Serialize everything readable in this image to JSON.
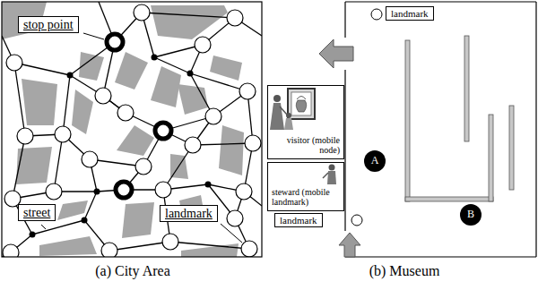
{
  "diagram": {
    "nodes": [
      {
        "text": [
          "stop point"
        ]
      },
      {
        "text": [
          "street"
        ]
      },
      {
        "text": [
          "landmark"
        ]
      },
      {
        "text": [
          "landmark"
        ]
      },
      {
        "text": [
          "visitor (mobile node)"
        ]
      },
      {
        "text": [
          "A"
        ]
      },
      {
        "text": [
          "steward (mobile landmark)"
        ]
      },
      {
        "text": [
          "landmark"
        ]
      },
      {
        "text": [
          "B"
        ]
      }
    ],
    "labels": [
      "(a) City Area",
      "(b) Museum"
    ]
  }
}
